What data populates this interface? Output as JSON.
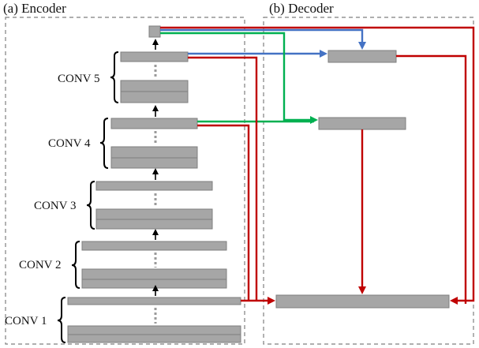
{
  "panels": {
    "encoder_title": "(a) Encoder",
    "decoder_title": "(b) Decoder"
  },
  "encoder_groups": [
    {
      "label": "CONV 1"
    },
    {
      "label": "CONV 2"
    },
    {
      "label": "CONV 3"
    },
    {
      "label": "CONV 4"
    },
    {
      "label": "CONV 5"
    }
  ],
  "colors": {
    "block_fill": "#a6a6a6",
    "block_stroke": "#7f7f7f",
    "skip_red": "#c00000",
    "skip_green": "#00b050",
    "skip_blue": "#4472c4",
    "frame_dash": "#7f7f7f",
    "text": "#111111"
  }
}
